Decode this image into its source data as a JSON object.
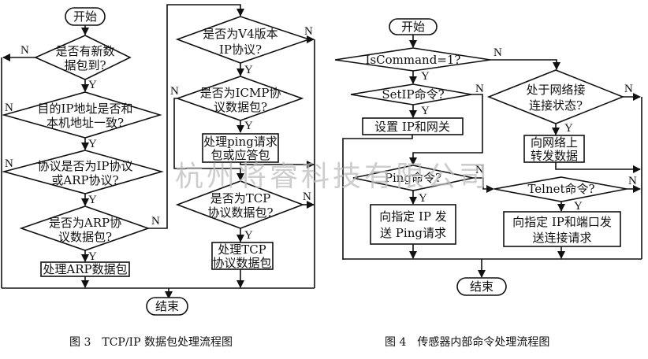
{
  "figure3": {
    "caption": "图 3　TCP/IP 数据包处理流程图",
    "start": "开始",
    "end": "结束",
    "d1": [
      "是否有新数",
      "据包到?"
    ],
    "d2": [
      "目的IP地址是否和",
      "本机地址一致?"
    ],
    "d3": [
      "协议是否为IP协议",
      "或ARP协议?"
    ],
    "d4": [
      "是否为ARP协",
      "议数据包?"
    ],
    "p1": "处理ARP数据包",
    "d5": [
      "是否为V4版本",
      "IP协议?"
    ],
    "d6": [
      "是否为ICMP协",
      "议数据包?"
    ],
    "p2": [
      "处理ping请求",
      "包或应答包"
    ],
    "d7": [
      "是否为TCP",
      "协议数据包?"
    ],
    "p3": [
      "处理TCP",
      "协议数据包"
    ]
  },
  "figure4": {
    "caption": "图 4　传感器内部命令处理流程图",
    "start": "开始",
    "end": "结束",
    "d1": "IsCommand=1?",
    "d2": "SetIP命令?",
    "p1": "设置 IP和网关",
    "d3": [
      "处于网络接",
      "连接状态?"
    ],
    "p2": [
      "向网络上",
      "转发数据"
    ],
    "d4": "Ping命令?",
    "p3": [
      "向指定 IP 发",
      "送 Ping请求"
    ],
    "d5": "Telnet命令?",
    "p4": [
      "向指定 IP和端口发",
      "送连接请求"
    ]
  },
  "labels": {
    "yes": "Y",
    "no": "N"
  },
  "watermark": "杭州将睿科技有限公司"
}
